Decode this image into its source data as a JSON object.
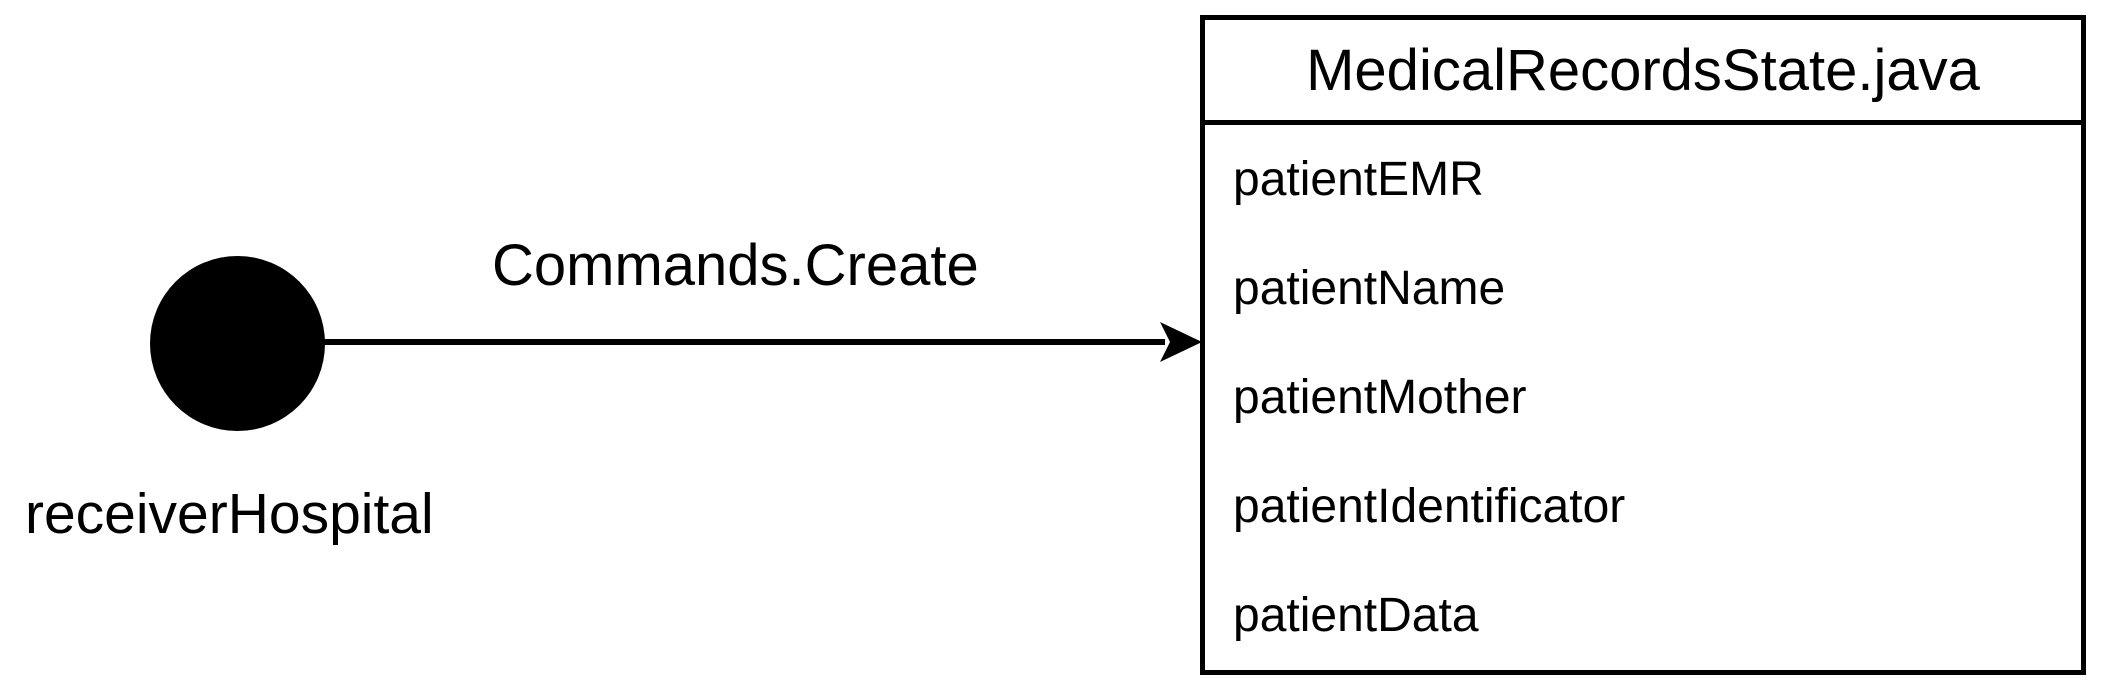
{
  "diagram": {
    "actor": {
      "label": "receiverHospital"
    },
    "arrow": {
      "label": "Commands.Create"
    },
    "class_box": {
      "title": "MedicalRecordsState.java",
      "fields": [
        "patientEMR",
        "patientName",
        "patientMother",
        "patientIdentificator",
        "patientData"
      ]
    },
    "colors": {
      "foreground": "#000000",
      "background": "#ffffff"
    }
  }
}
